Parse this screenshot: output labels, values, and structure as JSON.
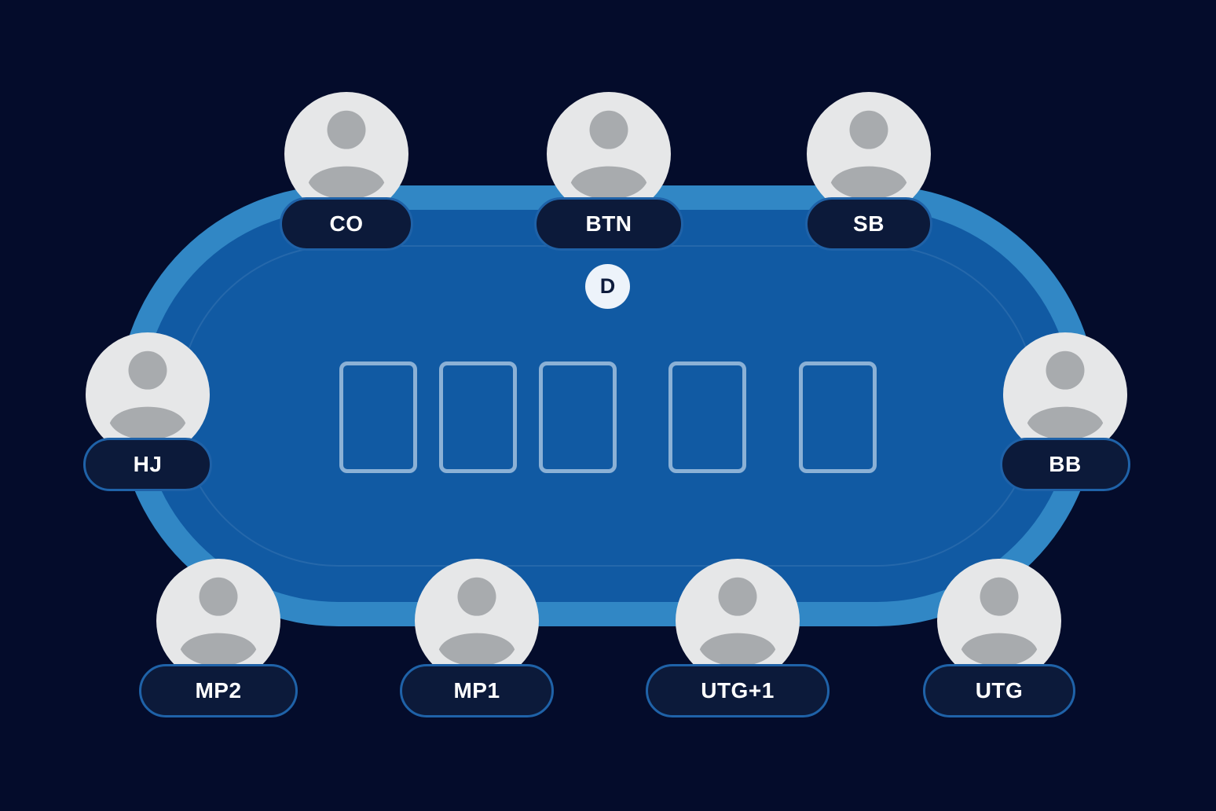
{
  "diagram": {
    "dealer_button": {
      "label": "D"
    },
    "community_cards": {
      "count": 5
    },
    "seats": [
      {
        "id": "co",
        "label": "CO"
      },
      {
        "id": "btn",
        "label": "BTN"
      },
      {
        "id": "sb",
        "label": "SB"
      },
      {
        "id": "hj",
        "label": "HJ"
      },
      {
        "id": "bb",
        "label": "BB"
      },
      {
        "id": "mp2",
        "label": "MP2"
      },
      {
        "id": "mp1",
        "label": "MP1"
      },
      {
        "id": "utg1",
        "label": "UTG+1"
      },
      {
        "id": "utg",
        "label": "UTG"
      }
    ]
  },
  "colors": {
    "background": "#040c2b",
    "table_band": "#3187c5",
    "table_felt": "#115aa3",
    "inner_outline": "#3a76b4",
    "pill_background": "#0c1a3a",
    "pill_border": "#1f62a8",
    "pill_text": "#ffffff",
    "card_outline": "#8bb1d6",
    "dealer_chip_background": "#edf3fa",
    "dealer_chip_text": "#0d1b3c",
    "avatar_background": "#e6e7e8",
    "avatar_figure": "#a8abae"
  }
}
